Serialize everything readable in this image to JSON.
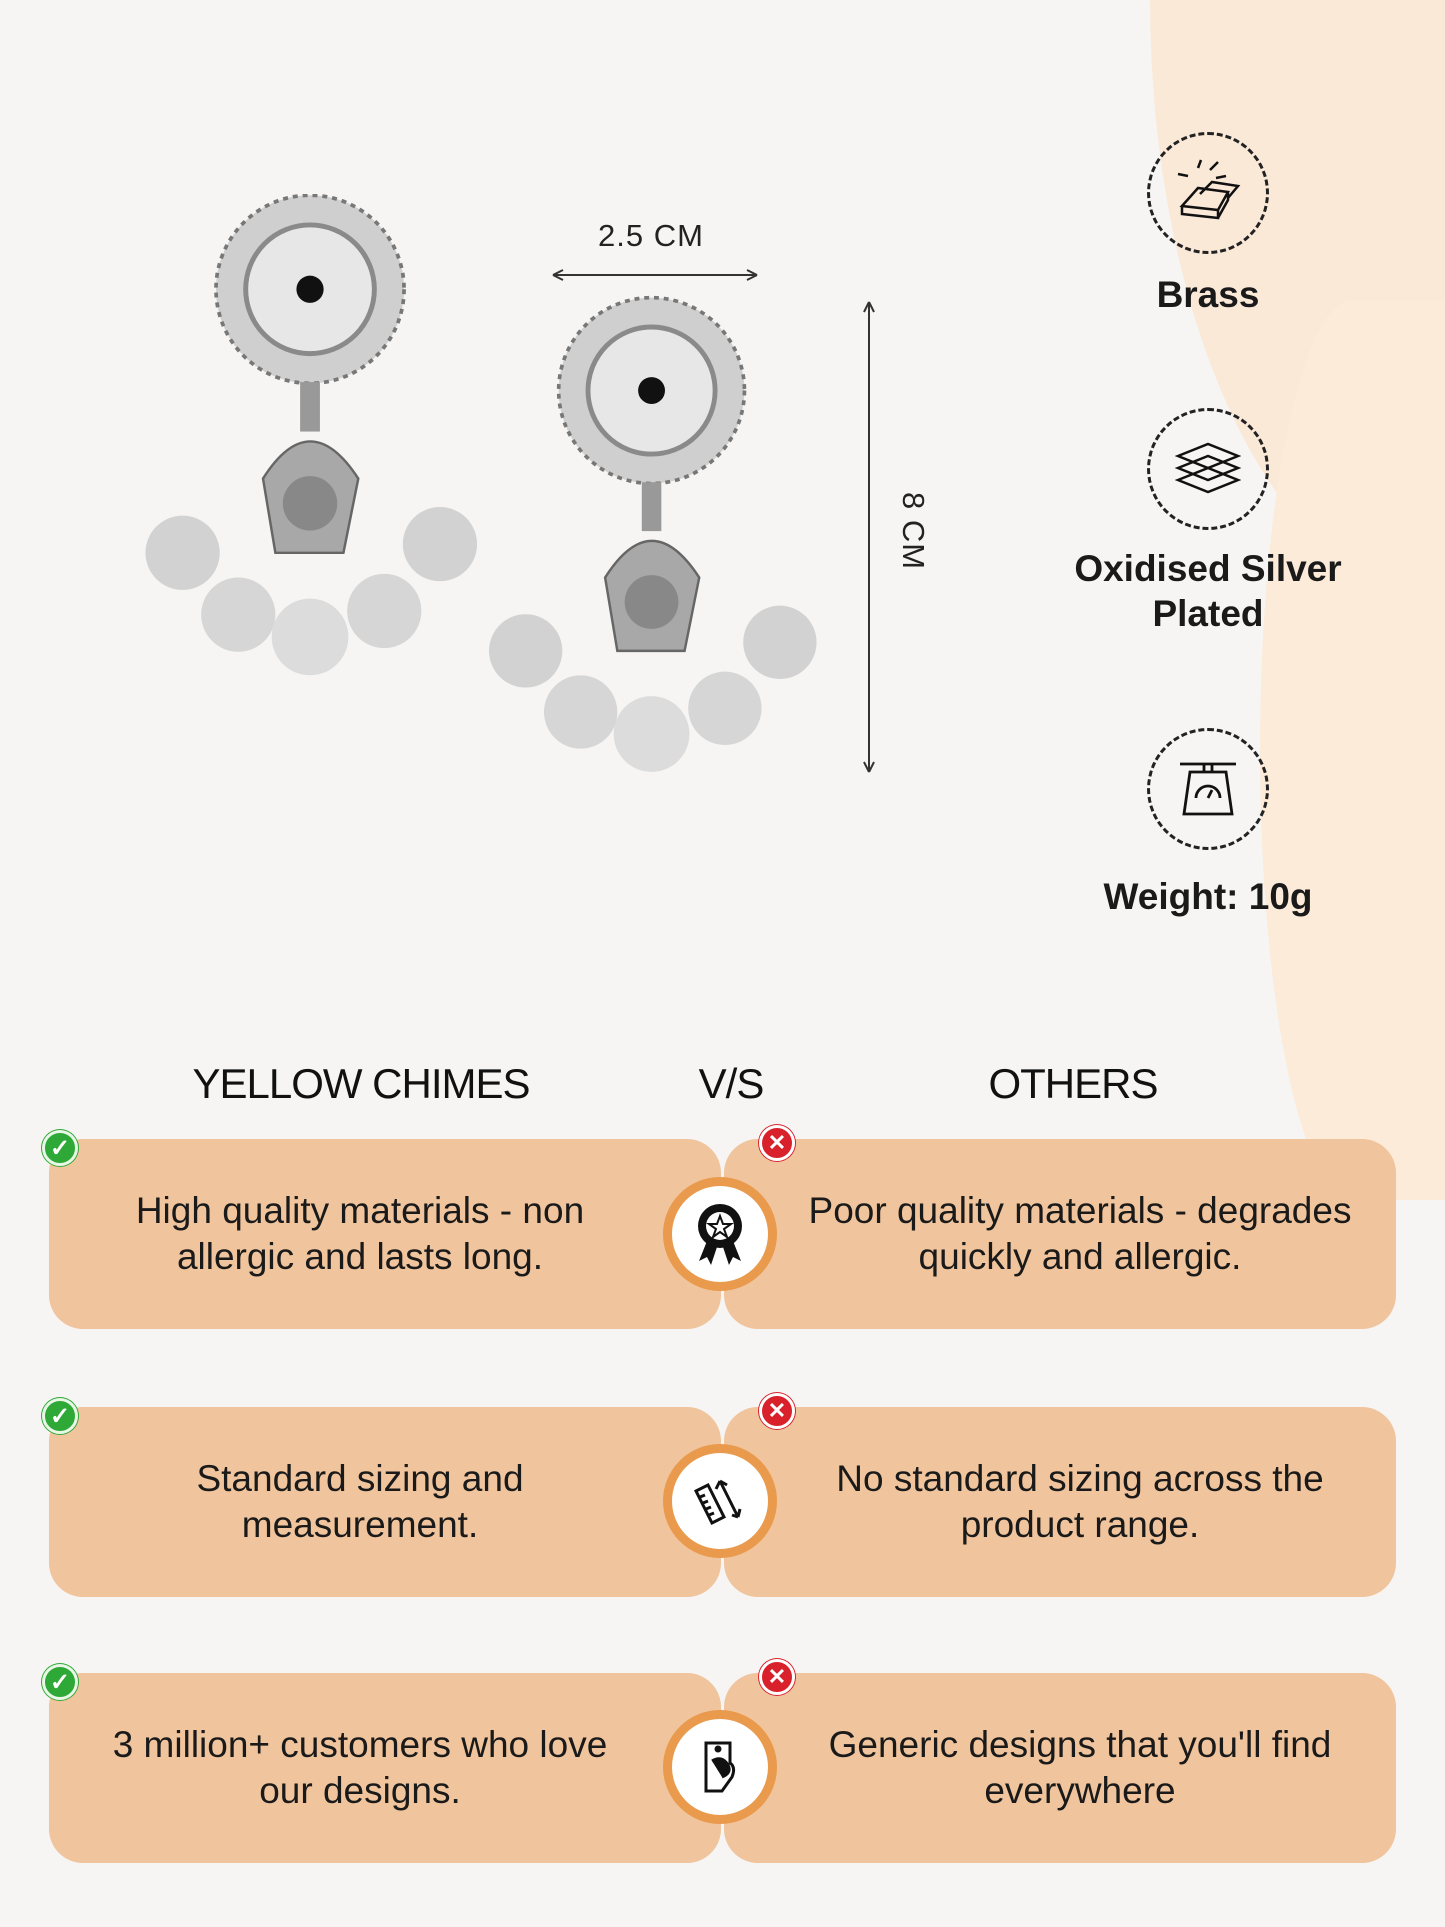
{
  "product": {
    "dimensions": {
      "width": "2.5 CM",
      "height": "8 CM"
    },
    "features": [
      {
        "icon": "gold-bars-icon",
        "label": "Brass"
      },
      {
        "icon": "layers-icon",
        "label": "Oxidised Silver Plated"
      },
      {
        "icon": "weighing-scale-icon",
        "label": "Weight: 10g"
      }
    ]
  },
  "comparison": {
    "brand": "YELLOW CHIMES",
    "vs": "V/S",
    "others": "OTHERS",
    "rows": [
      {
        "icon": "award-badge-icon",
        "ours": "High quality materials - non allergic and lasts long.",
        "theirs": "Poor quality materials - degrades quickly and allergic."
      },
      {
        "icon": "ruler-measure-icon",
        "ours": "Standard sizing and measurement.",
        "theirs": "No standard sizing across the product range."
      },
      {
        "icon": "happy-customer-icon",
        "ours": "3 million+ customers who love our designs.",
        "theirs": "Generic designs that you'll find everywhere"
      }
    ]
  },
  "colors": {
    "card": "#f0c49c",
    "ring": "#e99a4c",
    "check": "#2ea836",
    "cross": "#d8212b"
  }
}
